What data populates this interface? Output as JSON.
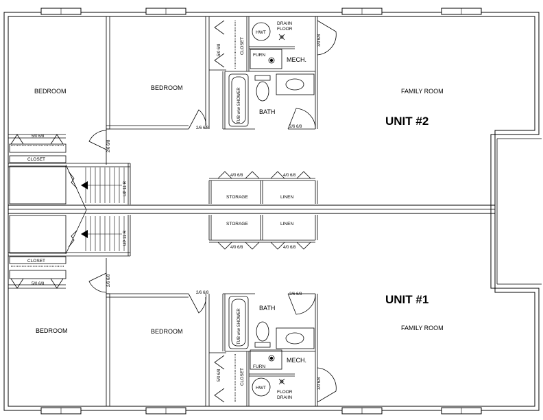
{
  "units": {
    "unit2": {
      "title": "UNIT #2",
      "rooms": {
        "bedroom_left": "BEDROOM",
        "bedroom_mid": "BEDROOM",
        "family_room": "FAMILY ROOM",
        "bath": "BATH",
        "mech": "MECH.",
        "furn": "FURN",
        "hwt": "HWT",
        "floor_drain": [
          "DRAIIN",
          "FLOOR"
        ],
        "closet_vertical": "CLOSET",
        "closet_horizontal": "CLOSET",
        "storage": "STORAGE",
        "linen": "LINEN",
        "tub": "TUB w/w SHOWER",
        "stair": "UP 11 R"
      },
      "doors": {
        "closet_bifold": "5/0 6/8",
        "stair_door": "2/6 6/8",
        "bedroom_door": "2/6 6/8",
        "bath_door": "2/6 6/8",
        "mech_door": "3/0 6/8",
        "closet_vertical_door": "5/0 6/8",
        "storage_door": "4/0 6/8",
        "linen_door": "4/0 6/8"
      }
    },
    "unit1": {
      "title": "UNIT #1",
      "rooms": {
        "bedroom_left": "BEDROOM",
        "bedroom_mid": "BEDROOM",
        "family_room": "FAMILY ROOM",
        "bath": "BATH",
        "mech": "MECH.",
        "furn": "FURN",
        "hwt": "HWT",
        "floor_drain": [
          "FLOOR",
          "DRAIIN"
        ],
        "closet_vertical": "CLOSET",
        "closet_horizontal": "CLOSET",
        "storage": "STORAGE",
        "linen": "LINEN",
        "tub": "TUB w/w SHOWER",
        "stair": "UP 11 R"
      },
      "doors": {
        "closet_bifold": "5/0 6/8",
        "stair_door": "2/6 6/8",
        "bedroom_door": "2/6 6/8",
        "bath_door": "2/6 6/8",
        "mech_door": "3/0 6/8",
        "closet_vertical_door": "5/0 6/8",
        "storage_door": "4/0 6/8",
        "linen_door": "4/0 6/8"
      }
    }
  }
}
